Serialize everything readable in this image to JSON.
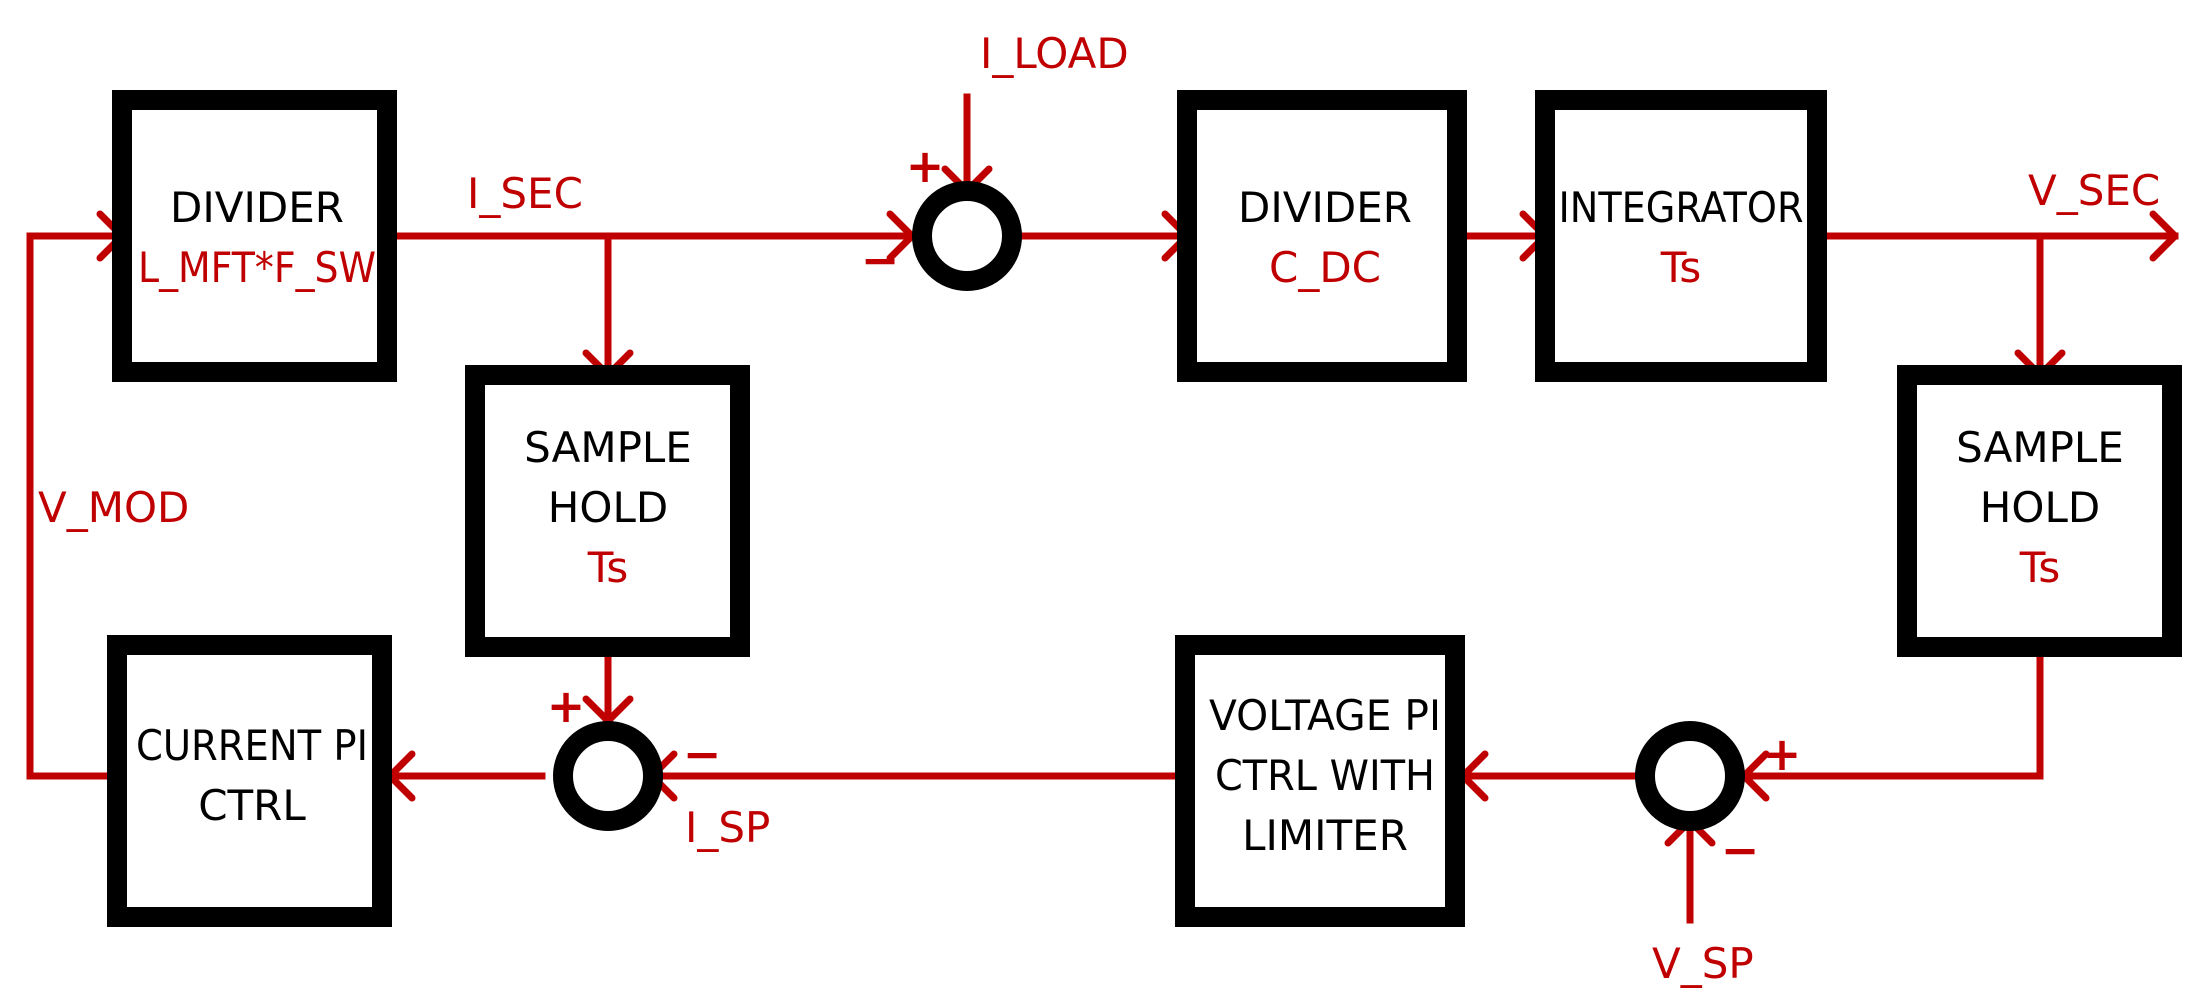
{
  "colors": {
    "signal": "#c00000",
    "block": "#000000",
    "background": "#ffffff"
  },
  "blocks": {
    "divider_lf": {
      "line1": "DIVIDER",
      "param": "L_MFT*F_SW"
    },
    "sample_hold_i": {
      "line1": "SAMPLE",
      "line2": "HOLD",
      "param": "Ts"
    },
    "current_pi": {
      "line1": "CURRENT PI",
      "line2": "CTRL"
    },
    "divider_c": {
      "line1": "DIVIDER",
      "param": "C_DC"
    },
    "integrator": {
      "line1": "INTEGRATOR",
      "param": "Ts"
    },
    "sample_hold_v": {
      "line1": "SAMPLE",
      "line2": "HOLD",
      "param": "Ts"
    },
    "voltage_pi": {
      "line1": "VOLTAGE PI",
      "line2": "CTRL WITH",
      "line3": "LIMITER"
    }
  },
  "signals": {
    "i_load": "I_LOAD",
    "i_sec": "I_SEC",
    "v_sec": "V_SEC",
    "v_mod": "V_MOD",
    "i_sp": "I_SP",
    "v_sp": "V_SP"
  },
  "signs": {
    "plus": "+",
    "minus": "−"
  }
}
